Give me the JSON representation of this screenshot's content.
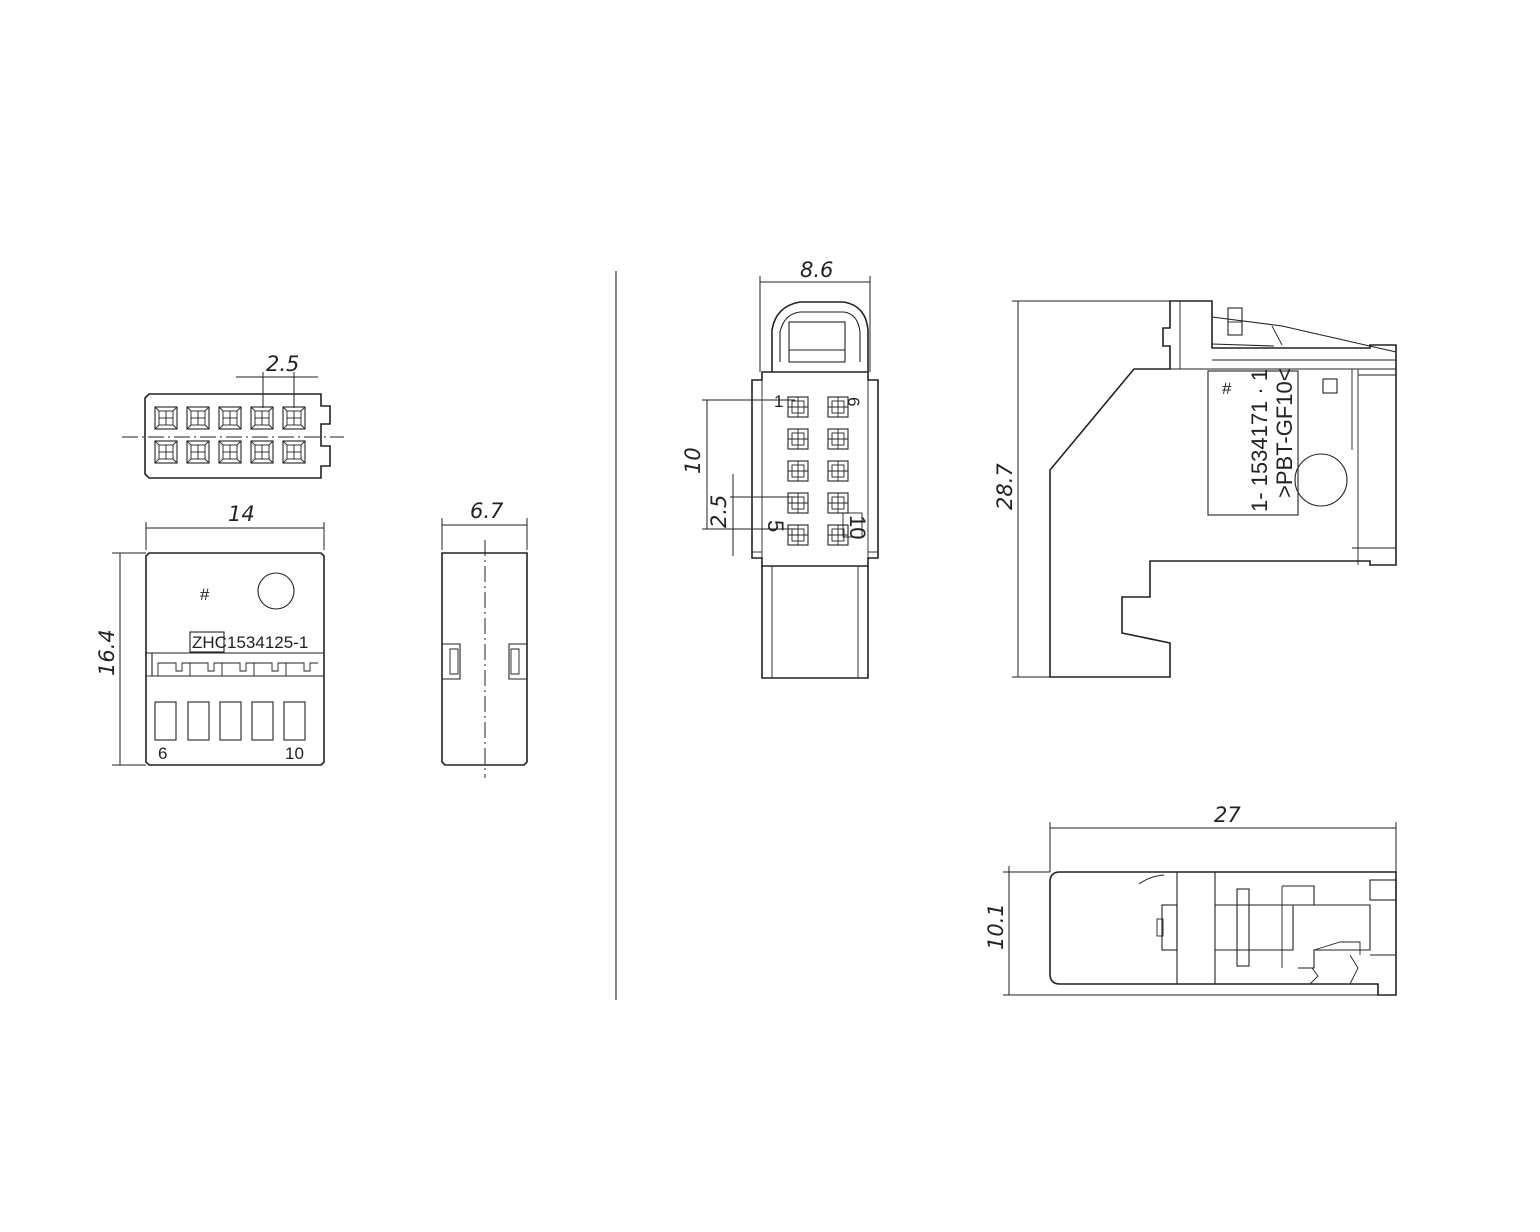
{
  "dimensions": {
    "front_pitch": "2.5",
    "front_width": "14",
    "front_height": "16.4",
    "side_width": "6.7",
    "header_width": "8.6",
    "header_span": "10",
    "header_pitch": "2.5",
    "right_height": "28.7",
    "bottom_length": "27",
    "bottom_height": "10.1"
  },
  "markings": {
    "brand": "ZHC",
    "part_number_plug": "1534125-1",
    "pin_start": "6",
    "pin_end": "10",
    "header_pin_1": "1",
    "header_pin_5": "5",
    "header_pin_6": "6",
    "header_pin_10": "10",
    "part_number_header": "1- 1534171 · 1",
    "material": ">PBT-GF10<",
    "hash_symbol": "#"
  }
}
